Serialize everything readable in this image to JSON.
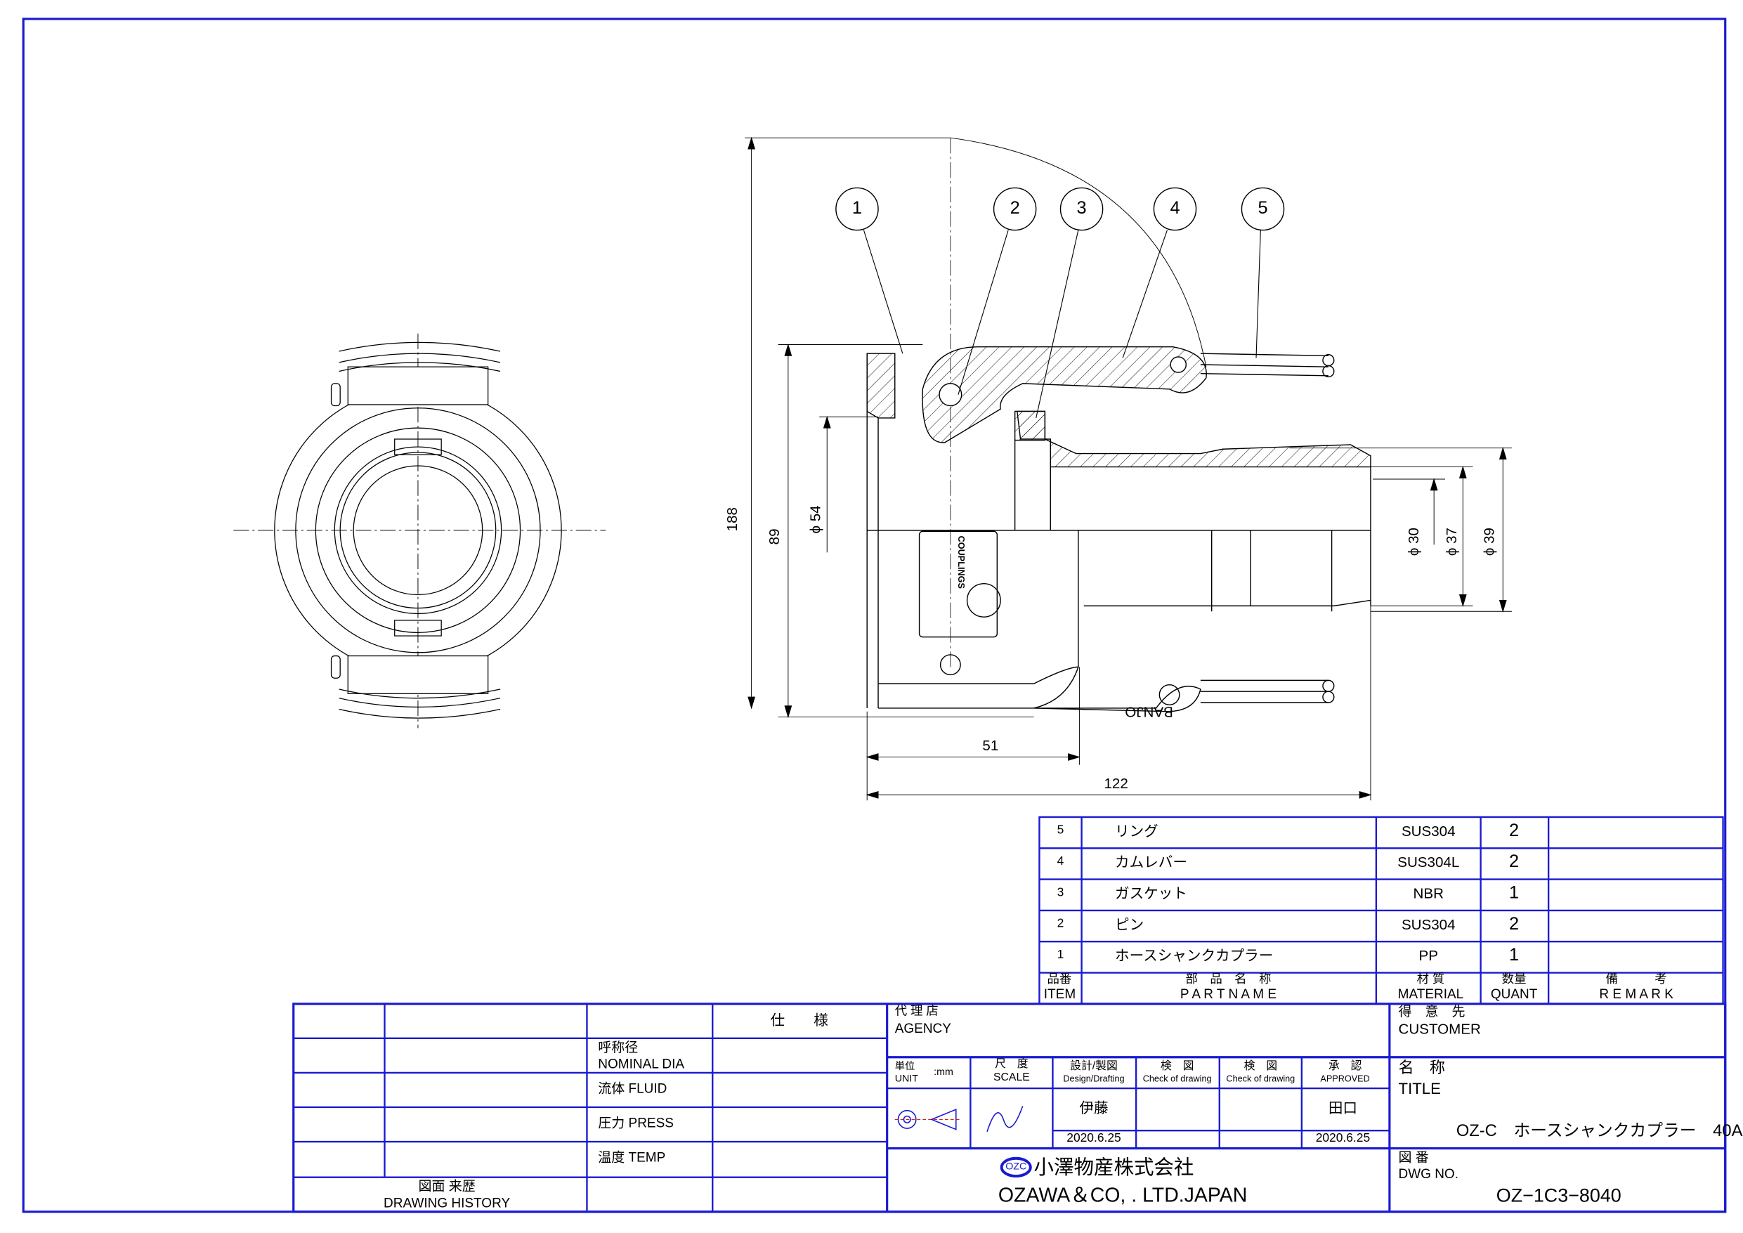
{
  "drawing": {
    "balloons": [
      "1",
      "2",
      "3",
      "4",
      "5"
    ],
    "dimensions": {
      "overall_height": "188",
      "body_height": "89",
      "bore": "ϕ 54",
      "length_51": "51",
      "length_122": "122",
      "d30": "ϕ 30",
      "d37": "ϕ 37",
      "d39": "ϕ 39"
    },
    "engraving": {
      "brand": "BANJO",
      "couplings": "COUPLINGS"
    },
    "line_color": "#000000",
    "frame_color": "#1a1ad0"
  },
  "parts_table": {
    "rows": [
      {
        "item": "5",
        "name": "リング",
        "material": "SUS304",
        "quant": "2",
        "remark": ""
      },
      {
        "item": "4",
        "name": "カムレバー",
        "material": "SUS304L",
        "quant": "2",
        "remark": ""
      },
      {
        "item": "3",
        "name": "ガスケット",
        "material": "NBR",
        "quant": "1",
        "remark": ""
      },
      {
        "item": "2",
        "name": "ピン",
        "material": "SUS304",
        "quant": "2",
        "remark": ""
      },
      {
        "item": "1",
        "name": "ホースシャンクカプラー",
        "material": "PP",
        "quant": "1",
        "remark": ""
      }
    ],
    "headers": {
      "item_jp": "品番",
      "item_en": "ITEM",
      "name_jp": "部　品　名　称",
      "name_en": "P A R T   N A M E",
      "material_jp": "材 質",
      "material_en": "MATERIAL",
      "quant_jp": "数量",
      "quant_en": "QUANT",
      "remark_jp": "備　　　考",
      "remark_en": "R E M A R K"
    }
  },
  "spec_table": {
    "header": "仕　　様",
    "nominal_jp": "呼称径",
    "nominal_en": "NOMINAL DIA",
    "fluid": "流体  FLUID",
    "press": "圧力  PRESS",
    "temp": "温度  TEMP",
    "history_jp": "図面  来歴",
    "history_en": "DRAWING HISTORY"
  },
  "title_block": {
    "agency_jp": "代 理 店",
    "agency_en": "AGENCY",
    "unit_jp": "単位",
    "unit_en": "UNIT",
    "unit_value": ":mm",
    "scale_jp": "尺　度",
    "scale_en": "SCALE",
    "design_jp": "設計/製図",
    "design_en": "Design/Drafting",
    "check1_jp": "検　図",
    "check1_en": "Check of drawing",
    "check2_jp": "検　図",
    "check2_en": "Check of drawing",
    "approved_jp": "承　認",
    "approved_en": "APPROVED",
    "designer": "伊藤",
    "approver": "田口",
    "design_date": "2020.6.25",
    "approved_date": "2020.6.25",
    "company_logo": "OZC",
    "company_jp": "小澤物産株式会社",
    "company_en": "OZAWA＆CO, . LTD.JAPAN",
    "customer_jp": "得　意　先",
    "customer_en": "CUSTOMER",
    "title_jp": "名　称",
    "title_en": "TITLE",
    "title_value": "OZ-C　ホースシャンクカプラー　40A",
    "dwg_jp": "図 番",
    "dwg_en": "DWG  NO.",
    "dwg_value": "OZ−1C3−8040"
  }
}
